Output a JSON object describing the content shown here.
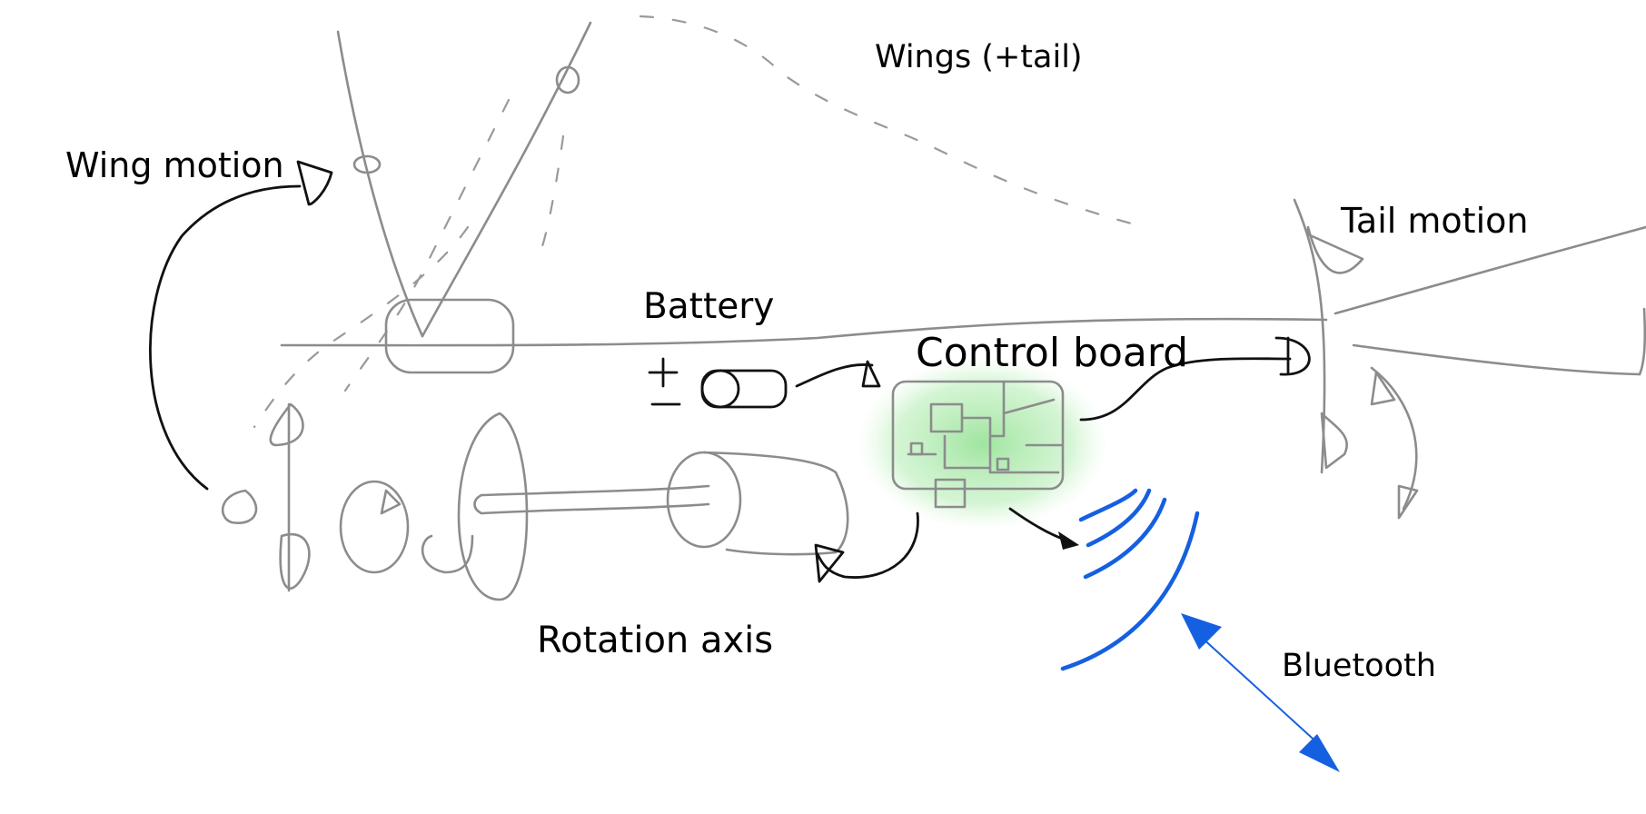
{
  "labels": {
    "wings": "Wings (+tail)",
    "wing_motion": "Wing motion",
    "tail_motion": "Tail motion",
    "battery": "Battery",
    "battery_plus": "+",
    "battery_minus": "−",
    "control_board": "Control board",
    "rotation_axis": "Rotation axis",
    "bluetooth": "Bluetooth"
  },
  "colors": {
    "sketch": "#8c8c8c",
    "ink": "#111111",
    "board_glow": "#9be39b",
    "bluetooth": "#1560e0"
  }
}
